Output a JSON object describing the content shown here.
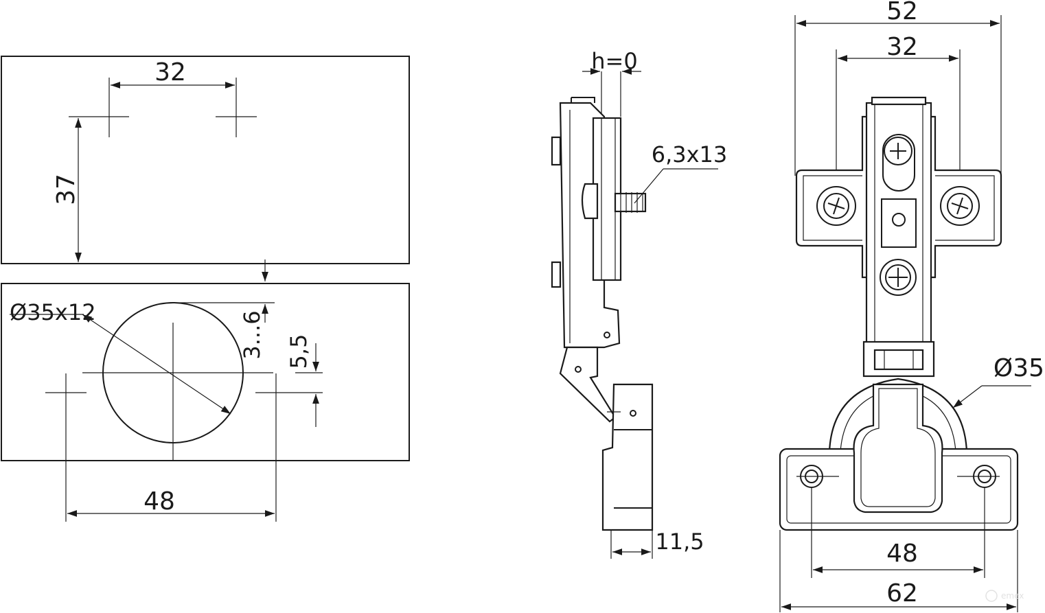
{
  "dimensions": {
    "mount_spacing": "32",
    "mount_offset": "37",
    "cup_diameter": "Ø35x12",
    "edge_distance": "3...6",
    "screw_offset": "5,5",
    "screw_spacing": "48",
    "overlay": "h=0",
    "screw_size": "6,3x13",
    "cup_depth": "11,5",
    "plate_width": "52",
    "plate_holes": "32",
    "cup_label": "Ø35",
    "cup_holes": "48",
    "cup_width": "62"
  },
  "watermark": "emex"
}
